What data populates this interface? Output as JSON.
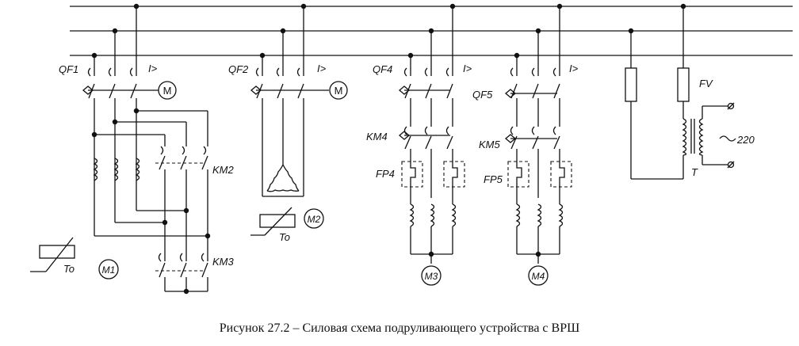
{
  "labels": {
    "qf1": "QF1",
    "qf2": "QF2",
    "qf4": "QF4",
    "qf5": "QF5",
    "km2": "KM2",
    "km3": "KM3",
    "km4": "KM4",
    "km5": "KM5",
    "fp4": "FP4",
    "fp5": "FP5",
    "fv": "FV",
    "t": "T",
    "voltage": "220",
    "to1": "To",
    "to2": "To",
    "overcurrent": "I>",
    "motor_m": "M",
    "m1": "M1",
    "m2": "M2",
    "m3": "M3",
    "m4": "M4"
  },
  "caption": "Рисунок 27.2 – Силовая схема подруливающего устройства с ВРШ"
}
